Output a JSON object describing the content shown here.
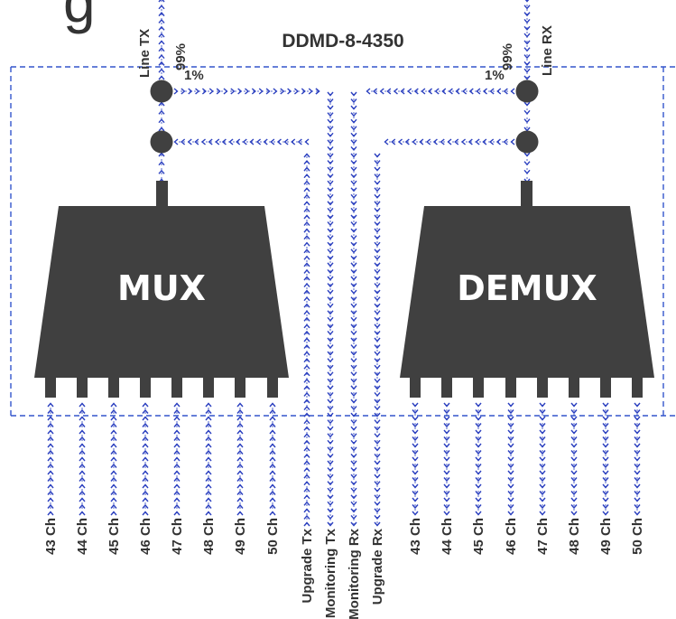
{
  "title": "DDMD-8-4350",
  "partial_heading": "g",
  "mux": {
    "label": "MUX",
    "line_label": "Line TX",
    "pct_main": "99%",
    "pct_tap": "1%",
    "channels": [
      "43 Ch",
      "44 Ch",
      "45 Ch",
      "46 Ch",
      "47 Ch",
      "48 Ch",
      "49 Ch",
      "50 Ch"
    ]
  },
  "demux": {
    "label": "DEMUX",
    "line_label": "Line RX",
    "pct_main": "99%",
    "pct_tap": "1%",
    "channels": [
      "43 Ch",
      "44 Ch",
      "45 Ch",
      "46 Ch",
      "47 Ch",
      "48 Ch",
      "49 Ch",
      "50 Ch"
    ]
  },
  "ports": [
    "Upgrade Tx",
    "Monitoring Tx",
    "Monitoring Rx",
    "Upgrade Rx"
  ],
  "colors": {
    "block": "#404040",
    "fiber": "#2a3fbf",
    "boundary": "#3355cc",
    "text": "#333333",
    "block_text": "#ffffff"
  }
}
